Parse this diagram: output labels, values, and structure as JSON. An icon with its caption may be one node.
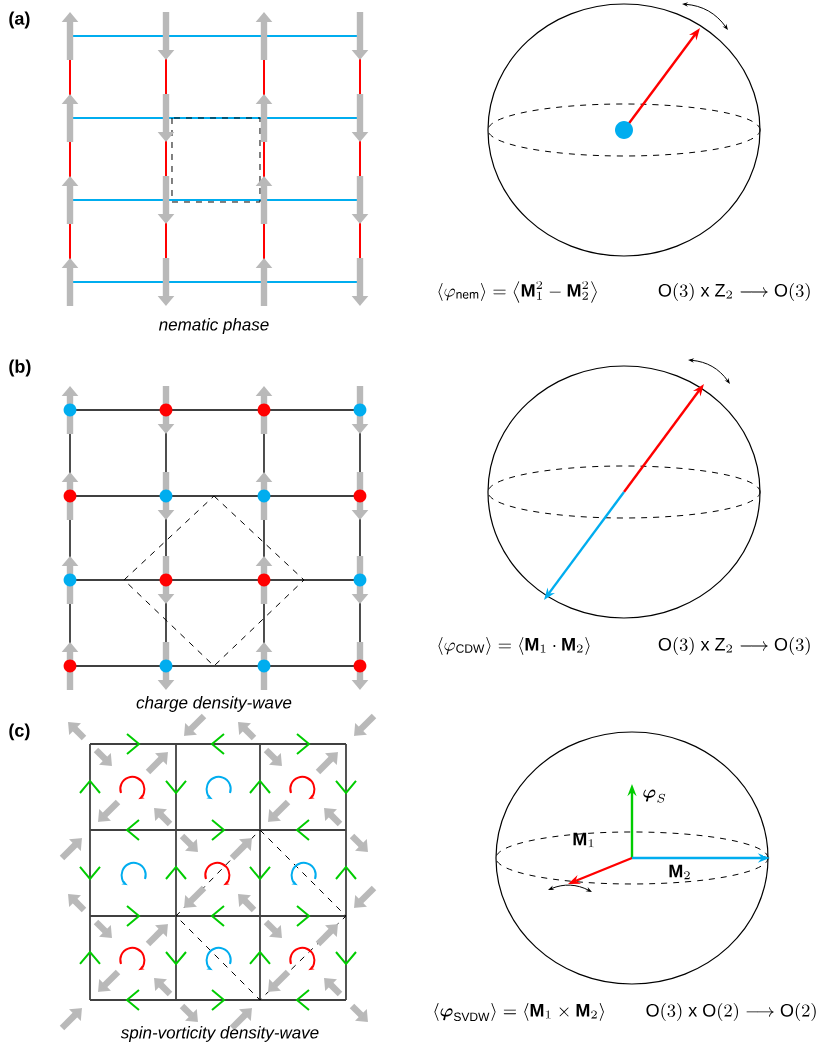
{
  "diagram": {
    "labels": [
      "(a)",
      "nematic phase",
      "\\left\\langle \\varphi_{\\mathrm{nem}} \\right\\rangle = \\left\\langle \\mathbf{M}_1^2 - \\mathbf{M}_2^2 \\right\\rangle",
      "\\mathrm{O}(3)\\ \\mathrm{x}\\ \\mathrm{Z}_2 \\longrightarrow \\mathrm{O}(3)",
      "(b)",
      "charge density-wave",
      "\\left\\langle \\varphi_{\\mathrm{CDW}} \\right\\rangle = \\left\\langle \\mathbf{M}_1 \\cdot \\mathbf{M}_2 \\right\\rangle",
      "\\mathrm{O}(3)\\ \\mathrm{x}\\ \\mathrm{Z}_2 \\longrightarrow \\mathrm{O}(3)",
      "(c)",
      "\\boldsymbol{\\varphi}_S",
      "\\mathbf{M}_1",
      "\\mathbf{M}_2",
      "spin-vorticity density-wave",
      "\\left\\langle \\boldsymbol{\\varphi}_{\\mathrm{SVDW}} \\right\\rangle = \\left\\langle \\mathbf{M}_1 \\times \\mathbf{M}_2 \\right\\rangle",
      "\\mathrm{O}(3)\\ \\mathrm{x}\\ \\mathrm{O}(2) \\longrightarrow \\mathrm{O}(2)"
    ]
  }
}
